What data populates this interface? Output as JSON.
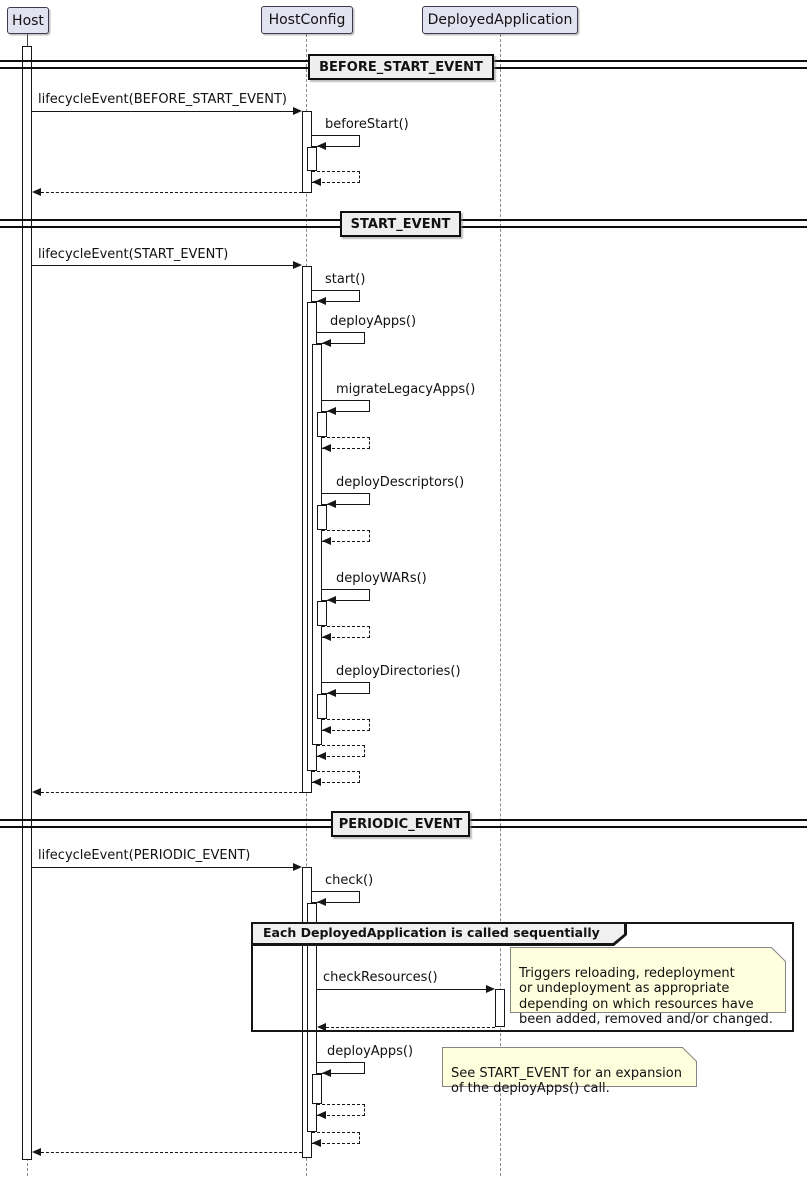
{
  "participants": [
    {
      "label": "Host"
    },
    {
      "label": "HostConfig"
    },
    {
      "label": "DeployedApplication"
    }
  ],
  "dividers": [
    {
      "label": "BEFORE_START_EVENT"
    },
    {
      "label": "START_EVENT"
    },
    {
      "label": "PERIODIC_EVENT"
    }
  ],
  "messages": {
    "lifecycle_before": "lifecycleEvent(BEFORE_START_EVENT)",
    "before_start": "beforeStart()",
    "lifecycle_start": "lifecycleEvent(START_EVENT)",
    "start": "start()",
    "deploy_apps": "deployApps()",
    "migrate_legacy_apps": "migrateLegacyApps()",
    "deploy_descriptors": "deployDescriptors()",
    "deploy_wars": "deployWARs()",
    "deploy_directories": "deployDirectories()",
    "lifecycle_periodic": "lifecycleEvent(PERIODIC_EVENT)",
    "check": "check()",
    "check_resources": "checkResources()",
    "deploy_apps_periodic": "deployApps()"
  },
  "frame": {
    "title": "Each DeployedApplication is called sequentially"
  },
  "notes": {
    "check_resources_note": "Triggers reloading, redeployment\nor undeployment as appropriate\ndepending on which resources have\nbeen added, removed and/or changed.",
    "deploy_apps_note": "See START_EVENT for an expansion\nof the deployApps() call."
  },
  "colors": {
    "participant_fill": "#E2E2F0",
    "participant_border": "#3C3C50",
    "note_fill": "#FEFFDD",
    "note_border": "#858585",
    "divider_fill": "#EEEEEE",
    "frame_border": "#151515",
    "line": "#161616",
    "lifeline": "#8A8A8A"
  }
}
